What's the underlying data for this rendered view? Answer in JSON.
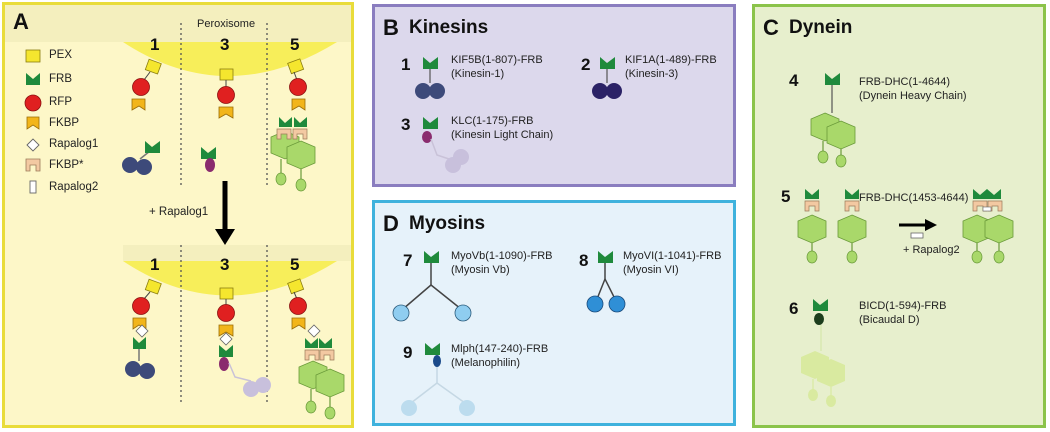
{
  "panel_a": {
    "label": "A",
    "peroxisome": "Peroxisome",
    "lane_numbers": [
      "1",
      "3",
      "5"
    ],
    "arrow_label": "+ Rapalog1",
    "legend": [
      {
        "name": "PEX",
        "color": "#f5e62e"
      },
      {
        "name": "FRB",
        "color": "#1f8a3c"
      },
      {
        "name": "RFP",
        "color": "#e02020"
      },
      {
        "name": "FKBP",
        "color": "#f2b51a"
      },
      {
        "name": "Rapalog1",
        "color": "#ffffff"
      },
      {
        "name": "FKBP*",
        "color": "#f3c9a2"
      },
      {
        "name": "Rapalog2",
        "color": "#ffffff"
      }
    ]
  },
  "panel_b": {
    "label": "B",
    "title": "Kinesins",
    "items": [
      {
        "num": "1",
        "line1": "KIF5B(1-807)-FRB",
        "line2": "(Kinesin-1)"
      },
      {
        "num": "2",
        "line1": "KIF1A(1-489)-FRB",
        "line2": "(Kinesin-3)"
      },
      {
        "num": "3",
        "line1": "KLC(1-175)-FRB",
        "line2": "(Kinesin Light Chain)"
      }
    ]
  },
  "panel_c": {
    "label": "C",
    "title": "Dynein",
    "items": [
      {
        "num": "4",
        "line1": "FRB-DHC(1-4644)",
        "line2": "(Dynein Heavy Chain)"
      },
      {
        "num": "5",
        "line1": "FRB-DHC(1453-4644)",
        "line2": ""
      },
      {
        "num": "6",
        "line1": "BICD(1-594)-FRB",
        "line2": "(Bicaudal D)"
      }
    ],
    "rapalog2_label": "+ Rapalog2"
  },
  "panel_d": {
    "label": "D",
    "title": "Myosins",
    "items": [
      {
        "num": "7",
        "line1": "MyoVb(1-1090)-FRB",
        "line2": "(Myosin Vb)"
      },
      {
        "num": "8",
        "line1": "MyoVI(1-1041)-FRB",
        "line2": "(Myosin VI)"
      },
      {
        "num": "9",
        "line1": "Mlph(147-240)-FRB",
        "line2": "(Melanophilin)"
      }
    ]
  },
  "colors": {
    "pex": "#f5e62e",
    "frb": "#1f8a3c",
    "rfp": "#e02020",
    "fkbp": "#f2b51a",
    "fkbp_star": "#f3c9a2",
    "kinesin1": "#3d4a7a",
    "kinesin3": "#2b2266",
    "klc": "#8a2c6e",
    "myosin": "#8fcdf0",
    "myosin6": "#2f8fd6",
    "dynein": "#a9d86a"
  }
}
